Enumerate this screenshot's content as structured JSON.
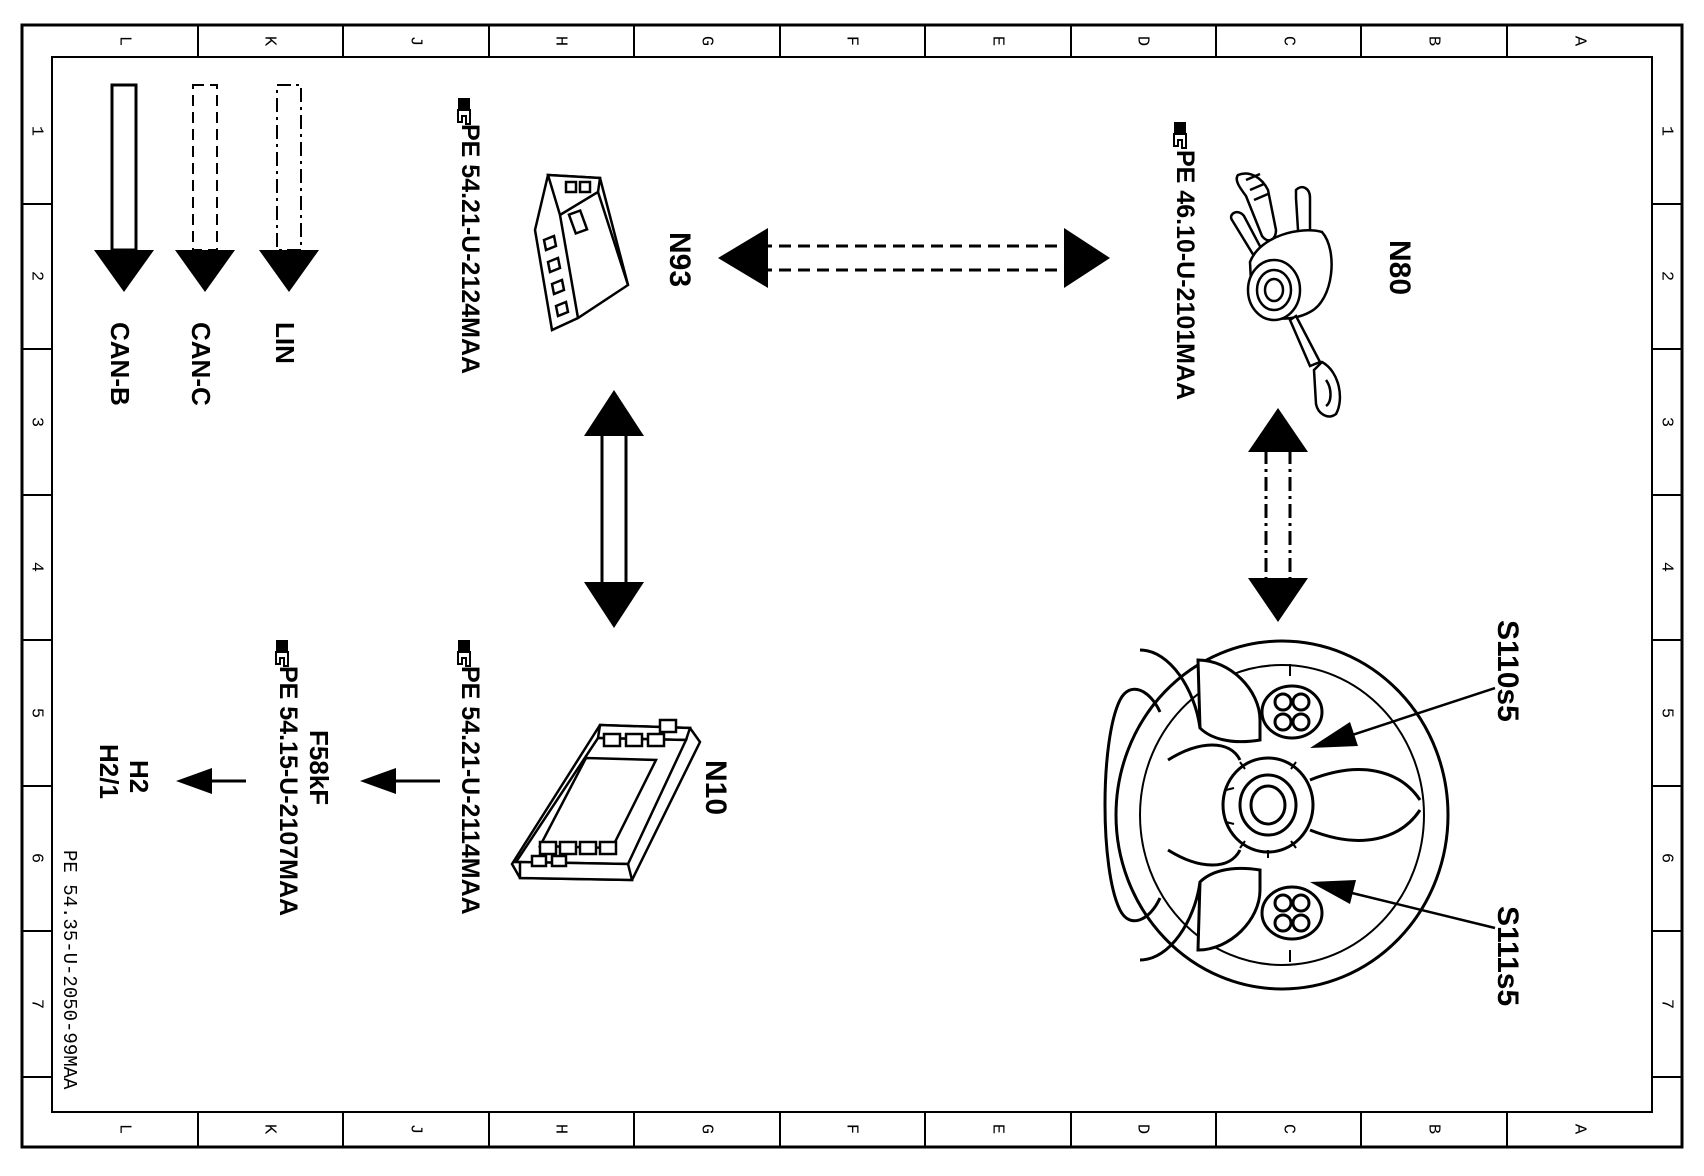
{
  "frame": {
    "columns": [
      "L",
      "K",
      "J",
      "H",
      "G",
      "F",
      "E",
      "D",
      "C",
      "B",
      "A"
    ],
    "rows": [
      "1",
      "2",
      "3",
      "4",
      "5",
      "6",
      "7"
    ]
  },
  "legend": {
    "lin": "LIN",
    "can_c": "CAN-C",
    "can_b": "CAN-B"
  },
  "components": {
    "n93": {
      "id": "N93",
      "ref": "PE  54.21-U-2124MAA"
    },
    "n80": {
      "id": "N80",
      "ref": "PE  46.10-U-2101MAA"
    },
    "n10": {
      "id": "N10",
      "ref": "PE  54.21-U-2114MAA"
    },
    "f58kf": {
      "id": "F58kF",
      "ref": "PE  54.15-U-2107MAA"
    },
    "h2": {
      "line1": "H2",
      "line2": "H2/1"
    },
    "s110s5": {
      "id": "S110s5"
    },
    "s111s5": {
      "id": "S111s5"
    }
  },
  "footer": {
    "doc_code": "PE 54.35-U-2050-99MAA"
  },
  "icons": [
    "reference-hand-icon",
    "switch-unit-icon",
    "control-module-icon",
    "sam-module-icon",
    "steering-wheel-icon"
  ]
}
